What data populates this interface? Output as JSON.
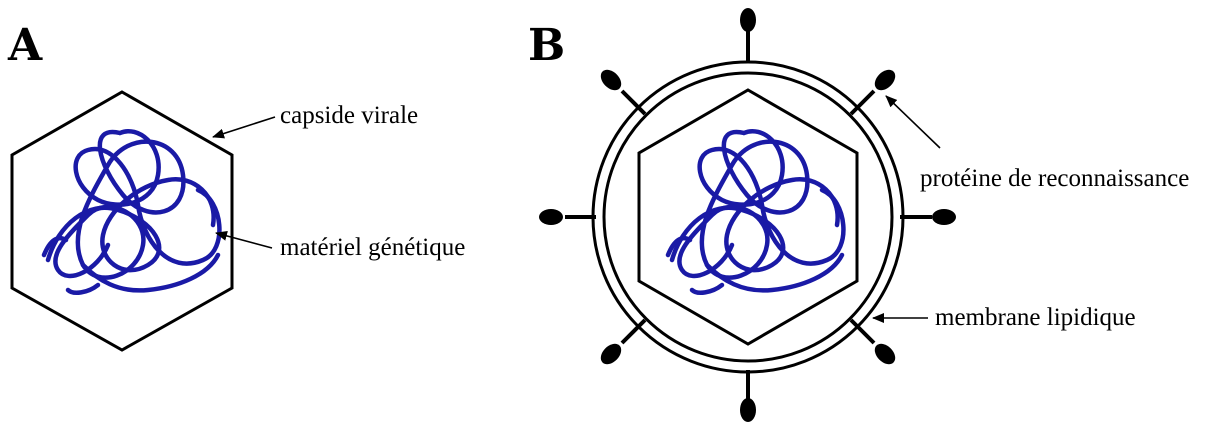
{
  "panel_a": {
    "letter": "A",
    "labels": {
      "capsid": "capside virale",
      "genome": "matériel génétique"
    }
  },
  "panel_b": {
    "letter": "B",
    "labels": {
      "protein": "protéine de reconnaissance",
      "membrane": "membrane lipidique"
    }
  },
  "colors": {
    "genetic_material": "#1a1aa6",
    "outline": "#000000"
  }
}
